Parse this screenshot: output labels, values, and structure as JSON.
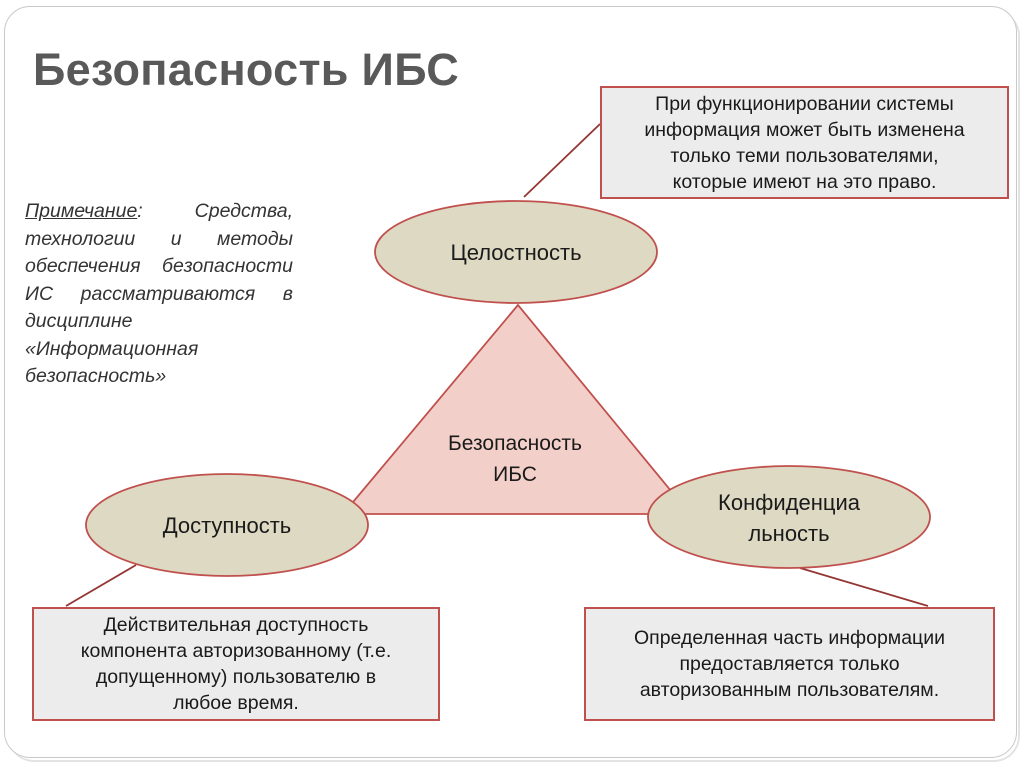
{
  "title": "Безопасность ИБС",
  "note": {
    "label": "Примечание",
    "text": ": Средства, технологии и методы обеспечения безопасности ИС рассматриваются в дисциплине «Информационная безопасность»"
  },
  "center": {
    "text": "Безопасность\nИБС"
  },
  "nodes": {
    "integrity": "Целостность",
    "availability": "Доступность",
    "confidentiality_line1": "Конфиденциа",
    "confidentiality_line2": "льность"
  },
  "boxes": {
    "integrity": "При функционировании системы\nинформация может быть изменена\nтолько теми пользователями,\nкоторые имеют на это право.",
    "availability": "Действительная доступность\nкомпонента авторизованному (т.е.\nдопущенному) пользователю в\nлюбое время.",
    "confidentiality": "Определенная часть информации\nпредоставляется только\nавторизованным пользователям."
  },
  "colors": {
    "title": "#595959",
    "ellipse_fill": "#ddd9c3",
    "ellipse_stroke": "#c0504d",
    "triangle_fill": "#f2d0c9",
    "box_fill": "#ececec",
    "box_stroke": "#c0504d",
    "connector": "#943634"
  }
}
